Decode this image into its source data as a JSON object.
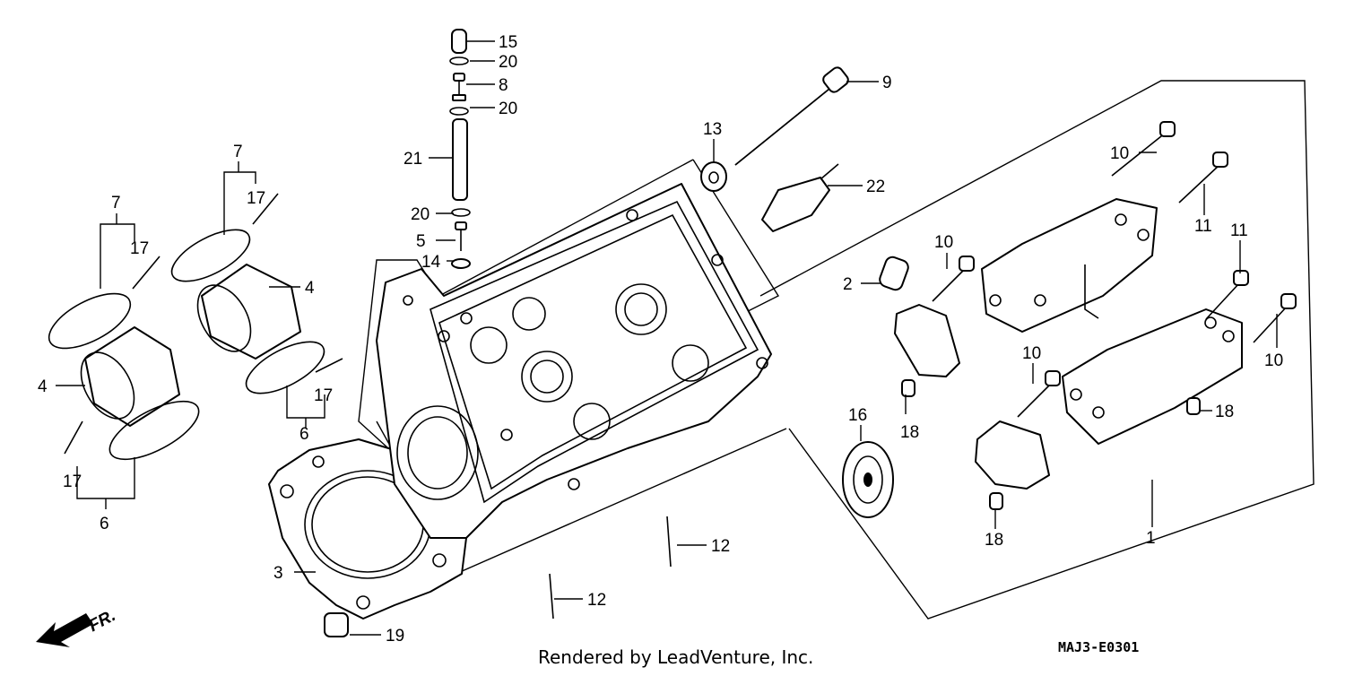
{
  "callouts": {
    "c1": "1",
    "c2": "2",
    "c3": "3",
    "c4a": "4",
    "c4b": "4",
    "c5": "5",
    "c6a": "6",
    "c6b": "6",
    "c7a": "7",
    "c7b": "7",
    "c8": "8",
    "c9": "9",
    "c10a": "10",
    "c10b": "10",
    "c10c": "10",
    "c10d": "10",
    "c11a": "11",
    "c11b": "11",
    "c12a": "12",
    "c12b": "12",
    "c13": "13",
    "c14": "14",
    "c15": "15",
    "c16": "16",
    "c17a": "17",
    "c17b": "17",
    "c17c": "17",
    "c17d": "17",
    "c18a": "18",
    "c18b": "18",
    "c18c": "18",
    "c19": "19",
    "c20a": "20",
    "c20b": "20",
    "c20c": "20",
    "c21": "21",
    "c22": "22"
  },
  "direction_marker": {
    "label": "FR.",
    "icon": "front-arrow-icon"
  },
  "footer": {
    "credit": "Rendered by LeadVenture, Inc.",
    "diagram_code": "MAJ3-E0301"
  }
}
